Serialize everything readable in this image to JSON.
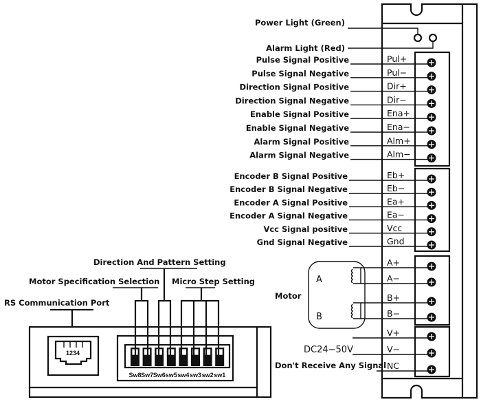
{
  "indicators": {
    "power_light": "Power Light (Green)",
    "alarm_light": "Alarm Light (Red)"
  },
  "control_terminals": [
    {
      "terminal": "Pul+",
      "label": "Pulse Signal Positive"
    },
    {
      "terminal": "Pul−",
      "label": "Pulse Signal Negative"
    },
    {
      "terminal": "Dir+",
      "label": "Direction Signal Positive"
    },
    {
      "terminal": "Dir−",
      "label": "Direction Signal  Negative"
    },
    {
      "terminal": "Ena+",
      "label": "Enable Signal Positive"
    },
    {
      "terminal": "Ena−",
      "label": "Enable Signal Negative"
    },
    {
      "terminal": "Alm+",
      "label": "Alarm Signal Positive"
    },
    {
      "terminal": "Alm−",
      "label": "Alarm Signal Negative"
    }
  ],
  "encoder_terminals": [
    {
      "terminal": "Eb+",
      "label": "Encoder B Signal Positive"
    },
    {
      "terminal": "Eb−",
      "label": "Encoder B Signal Negative"
    },
    {
      "terminal": "Ea+",
      "label": "Encoder A Signal Positive"
    },
    {
      "terminal": "Ea−",
      "label": "Encoder A Signal Negative"
    },
    {
      "terminal": "Vcc",
      "label": "Vcc Signal positive"
    },
    {
      "terminal": "Gnd",
      "label": "Gnd Signal Negative"
    }
  ],
  "motor_terminals": [
    "A+",
    "A−",
    "B+",
    "B−"
  ],
  "motor": {
    "label": "Motor",
    "phase_a": "A",
    "phase_b": "B"
  },
  "power_terminals": [
    "V+",
    "V−",
    "NC"
  ],
  "power": {
    "voltage_label": "DC24−50V",
    "nc_label": "Don't Receive Any Signal"
  },
  "side_panel": {
    "rs_port_label": "RS Communication Port",
    "rs_port_pins": "1234",
    "direction_pattern_label": "Direction And Pattern Setting",
    "motor_spec_label": "Motor Specification Selection",
    "micro_step_label": "Micro Step Setting",
    "dip_switches": [
      "Sw8",
      "Sw7",
      "Sw6",
      "sw5",
      "sw4",
      "sw3",
      "sw2",
      "sw1"
    ]
  }
}
